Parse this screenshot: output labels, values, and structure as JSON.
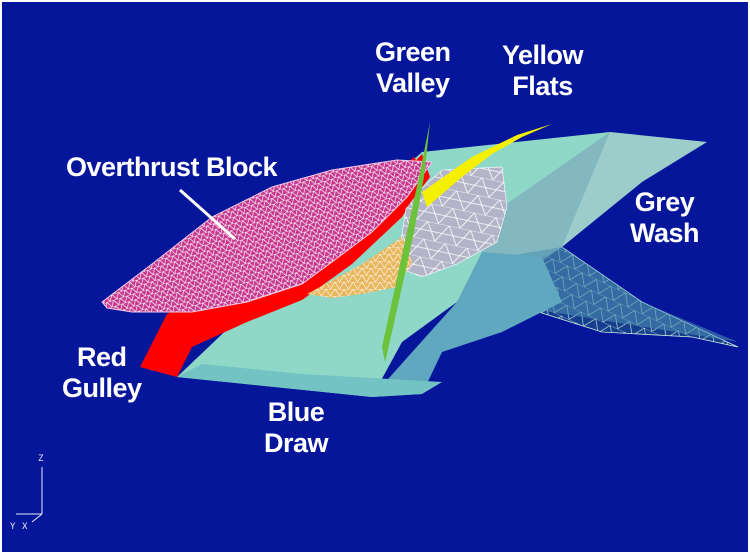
{
  "labels": {
    "green_valley": [
      "Green",
      "Valley"
    ],
    "yellow_flats": [
      "Yellow",
      "Flats"
    ],
    "overthrust_block": "Overthrust Block",
    "grey_wash": [
      "Grey",
      "Wash"
    ],
    "red_gulley": [
      "Red",
      "Gulley"
    ],
    "blue_draw": [
      "Blue",
      "Draw"
    ]
  },
  "axis": {
    "z": "Z",
    "y": "Y",
    "x": "X"
  },
  "colors": {
    "background": "#05169a",
    "overthrust_block": "#d23c9c",
    "red_gulley": "#ff0000",
    "green_valley": "#6cc23a",
    "yellow_flats": "#f4f000",
    "blue_draw": "#8fd8c8",
    "grey_wash": "#a8d4cc"
  }
}
